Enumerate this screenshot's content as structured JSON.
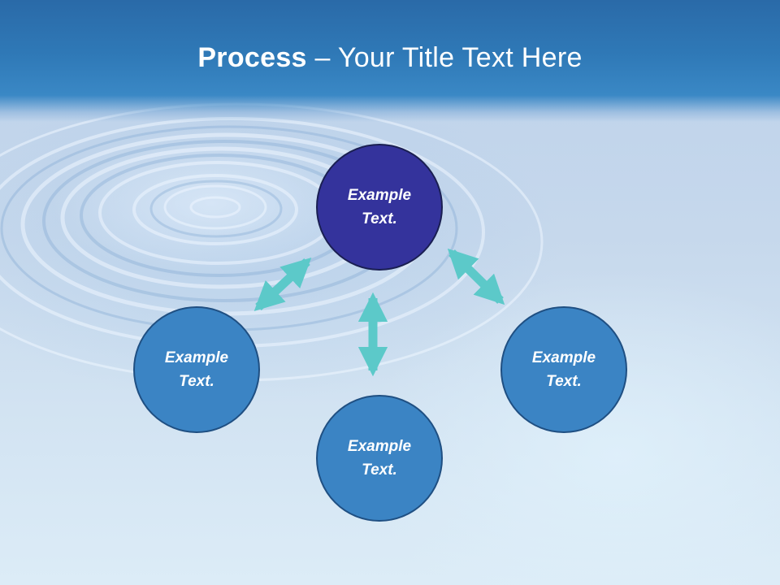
{
  "slide": {
    "title_bold": "Process",
    "title_rest": " – Your Title Text Here"
  },
  "diagram": {
    "center_node": {
      "line1": "Example",
      "line2": "Text."
    },
    "nodes": [
      {
        "line1": "Example",
        "line2": "Text."
      },
      {
        "line1": "Example",
        "line2": "Text."
      },
      {
        "line1": "Example",
        "line2": "Text."
      }
    ]
  },
  "colors": {
    "header": "#2f79b7",
    "center_node": "#34339c",
    "outer_nodes": "#3b84c4",
    "arrows": "#5cc9c9",
    "title_text": "#ffffff"
  }
}
